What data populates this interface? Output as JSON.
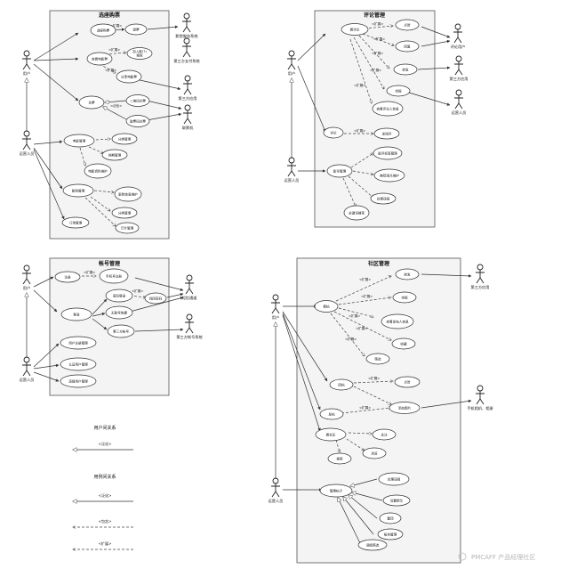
{
  "packages": {
    "ticket": "选座购票",
    "comment": "评论管理",
    "account": "帐号管理",
    "community": "社区管理"
  },
  "stereo": {
    "extend": "<扩展>",
    "generalize": "<泛化>",
    "include": "<包含>"
  },
  "legend": {
    "user_rel": "用户间关系",
    "uc_rel": "用例间关系",
    "gen1": "<泛化>",
    "gen2": "<泛化>",
    "include": "<包含>",
    "extend": "<扩展>"
  },
  "actors": {
    "user": "用户",
    "ops": "运营人员",
    "cinema_sys": "影院服务系统",
    "pay_sys": "第三方支付系统",
    "third_app": "第三方应用",
    "ticket_machine": "取票机",
    "commenter": "评论用户",
    "sms": "短信通道",
    "third_acct": "第三方帐号系统",
    "phone_album": "手机相机、相册"
  },
  "usecases": {
    "a_select": "选座购票",
    "a_refund": "退票",
    "a_view_movie": "查看电影票",
    "a_tmp": "加入影(?)搜索",
    "a_share_movie": "分享电影票",
    "a_pickup": "兑票",
    "a_qrcode": "二维码兑票",
    "a_cert": "取票码兑票",
    "a_movie_mgmt": "电影管理",
    "a_cat_mgmt": "分类管理",
    "a_sched_mgmt": "排期管理",
    "a_data_maint": "电影资料维护",
    "a_cinema_mgmt": "影院管理",
    "a_cinema_info": "影院信息维护",
    "a_cat_mgmt2": "分类管理",
    "a_hall_mgmt": "厅片管理",
    "a_order_mgmt": "订单管理",
    "b_view": "看评论",
    "b_like": "点赞",
    "b_reply": "回复",
    "b_forward": "转发",
    "b_report": "举报",
    "b_view_person": "查看评论人信息",
    "b_comment": "评论",
    "b_short": "发短评",
    "b_mgmt": "影评管理",
    "b_tag": "影评标签管理",
    "b_rec": "推荐观点维护",
    "b_process": "处理违规",
    "b_keyword": "关键词搜索",
    "c_register": "注册",
    "c_phone_reg": "手机号注册",
    "c_login": "登录",
    "c_pw_login": "密码登录",
    "c_find_pw": "找回密码",
    "c_quick": "无账号快捷",
    "c_third": "第三方帐号",
    "c_user_reg": "用户注册管理",
    "c_cert": "认证用户管理",
    "c_dis": "违规用户管理",
    "d_view": "看帖",
    "d_forward": "转发",
    "d_report": "举报",
    "d_view_info": "查看发帖人信息",
    "d_collect": "收藏",
    "d_filter": "筛选",
    "d_reply": "回帖",
    "d_like": "点赞",
    "d_post": "发帖",
    "d_photo": "添加图片",
    "d_community": "看社区",
    "d_follow": "关注",
    "d_search": "搜索",
    "d_browse": "浏览",
    "d_mgmt": "管理帖子",
    "d_process": "处理违规",
    "d_top": "设置精华",
    "d_pin": "置顶",
    "d_section": "板块管理",
    "d_hot": "调组筛选"
  },
  "watermark": "PMCAFF 产品经理社区"
}
